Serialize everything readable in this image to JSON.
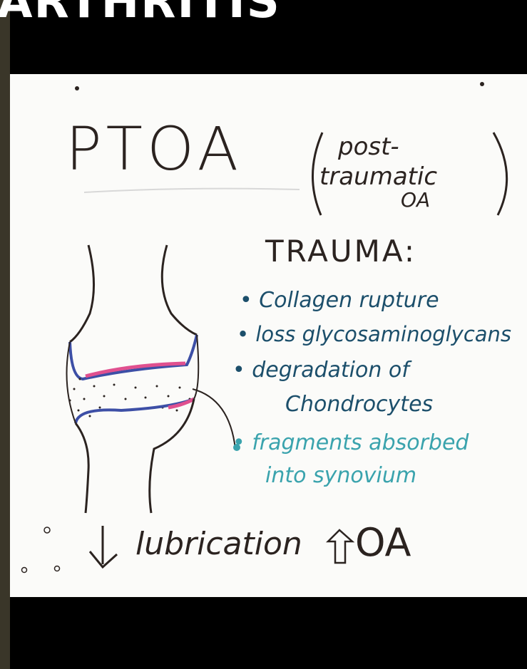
{
  "slide": {
    "heading": "ARTHRITIS"
  },
  "note": {
    "title": "PTOA",
    "subtitle_line1": "post-",
    "subtitle_line2": "traumatic",
    "subtitle_line3": "OA",
    "trauma_label": "TRAUMA:",
    "bullets": [
      "Collagen rupture",
      "loss glycosaminoglycans",
      "degradation of",
      "Chondrocytes"
    ],
    "highlight_bullet_line1": "fragments absorbed",
    "highlight_bullet_line2": "into synovium",
    "bottom_lubrication": "lubrication",
    "bottom_oa": "OA"
  },
  "colors": {
    "ink": "#2b2320",
    "navy_ink": "#1c4f6b",
    "teal_ink": "#3aa3ad",
    "pink": "#e0508f",
    "blue_line": "#4a5ab0",
    "paper": "#fbfbf9"
  }
}
